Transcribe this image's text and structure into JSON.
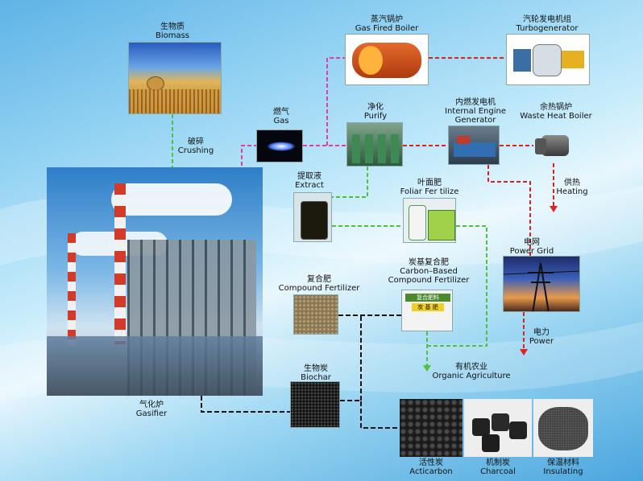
{
  "nodes": {
    "biomass": {
      "zh": "生物质",
      "en": "Biomass"
    },
    "crushing": {
      "zh": "破碎",
      "en": "Crushing"
    },
    "gas": {
      "zh": "燃气",
      "en": "Gas"
    },
    "purify": {
      "zh": "净化",
      "en": "Purify"
    },
    "boiler": {
      "zh": "蒸汽锅炉",
      "en": "Gas Fired Boiler"
    },
    "turbo": {
      "zh": "汽轮发电机组",
      "en": "Turbogenerator"
    },
    "engine": {
      "zh": "内燃发电机",
      "en1": "Internal Engine",
      "en2": "Generator"
    },
    "waste": {
      "zh": "余热锅炉",
      "en": "Waste Heat Boiler"
    },
    "heating": {
      "zh": "供热",
      "en": "Heating"
    },
    "extract": {
      "zh": "提取液",
      "en": "Extract"
    },
    "foliar": {
      "zh": "叶面肥",
      "en": "Foliar Fer tilize"
    },
    "grid": {
      "zh": "电网",
      "en": "Power Grid"
    },
    "power": {
      "zh": "电力",
      "en": "Power"
    },
    "compound": {
      "zh": "复合肥",
      "en": "Compound Fertilizer"
    },
    "carbon": {
      "zh": "炭基复合肥",
      "en1": "Carbon–Based",
      "en2": "Compound  Fertilizer"
    },
    "organic": {
      "zh": "有机农业",
      "en": "Organic Agriculture"
    },
    "biochar": {
      "zh": "生物炭",
      "en": "Biochar"
    },
    "gasifier": {
      "zh": "气化炉",
      "en": "Gasifier"
    },
    "acticarbon": {
      "zh": "活性炭",
      "en": "Acticarbon"
    },
    "charcoal": {
      "zh": "机制炭",
      "en": "Charcoal"
    },
    "insulating": {
      "zh": "保温材料",
      "en": "Insulating"
    }
  },
  "fert_bag_text": {
    "line1": "复合肥料",
    "line2": "炭 基 肥"
  },
  "colors": {
    "pink": "#e0409a",
    "green": "#4fc040",
    "red": "#e02020",
    "black": "#111111"
  }
}
